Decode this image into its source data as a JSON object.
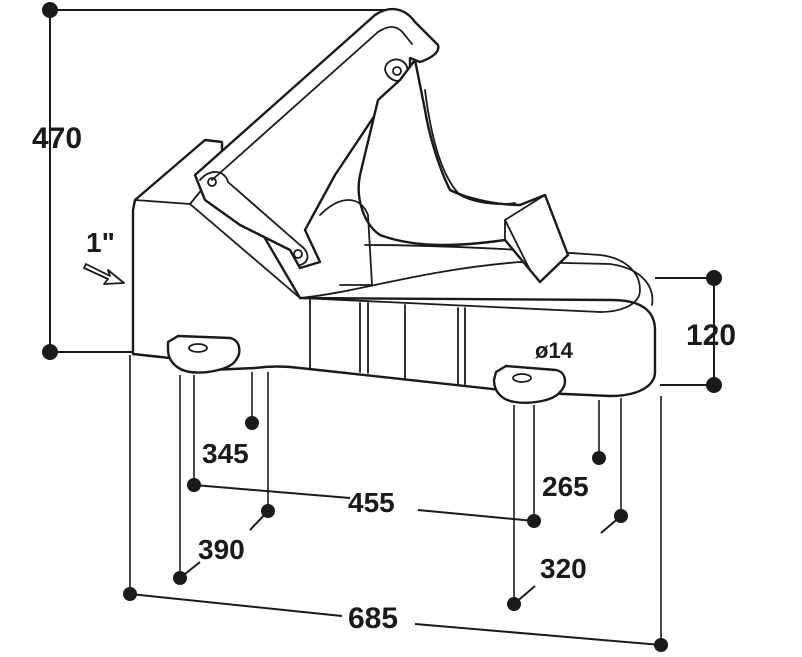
{
  "diagram": {
    "labels": {
      "height_total": "470",
      "inlet": "1\"",
      "bowl_height": "120",
      "hole_diameter": "ø14",
      "d345": "345",
      "d455": "455",
      "d265": "265",
      "d390": "390",
      "d320": "320",
      "d685": "685"
    }
  }
}
